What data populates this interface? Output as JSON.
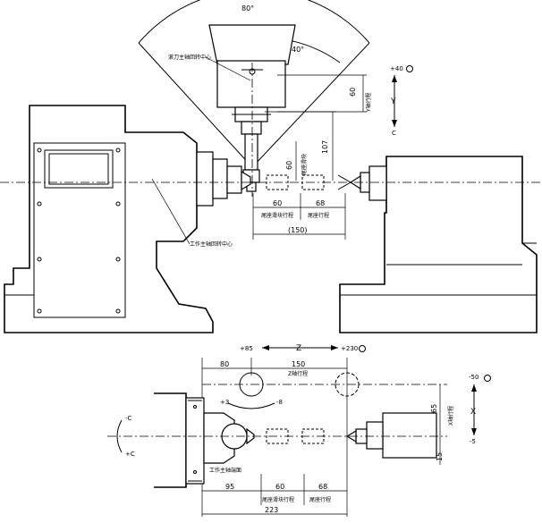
{
  "top_view": {
    "angle_total": "80°",
    "angle_half": "40°",
    "label_tool_spindle_center": "滚刀主轴回转中心",
    "label_work_spindle_center": "工作主轴回转中心",
    "label_tailstock_stroke_a": "尾座滑块行程",
    "label_tailstock_stroke_b": "尾座行程",
    "label_tailstock_vertical": "尾座滑块",
    "label_y_stroke": "Y轴行程",
    "dim_60_y": "60",
    "dim_107": "107",
    "dim_60_v": "60",
    "dim_60_h": "60",
    "dim_68_h": "68",
    "dim_150": "(150)",
    "y_axis_plus": "+40",
    "y_axis_letter": "Y",
    "y_axis_c": "C"
  },
  "bottom_view": {
    "z_minus": "+85",
    "z_letter": "Z",
    "z_plus": "+230",
    "dim_80": "80",
    "dim_150": "150",
    "label_z_stroke": "Z轴行程",
    "b_plus": "+3",
    "b_minus": "-8",
    "label_work_spindle_face": "工作主轴端面",
    "dim_95": "95",
    "dim_60": "60",
    "dim_68": "68",
    "label_tailstock_slider_stroke": "尾座滑块行程",
    "label_tailstock_stroke": "尾座行程",
    "dim_223": "223",
    "x_plus": "-50",
    "x_letter": "X",
    "x_minus": "-5",
    "dim_65": "65",
    "label_x_stroke": "X轴行程",
    "dim_15": "15",
    "c_minus": "-C",
    "c_plus": "+C"
  }
}
